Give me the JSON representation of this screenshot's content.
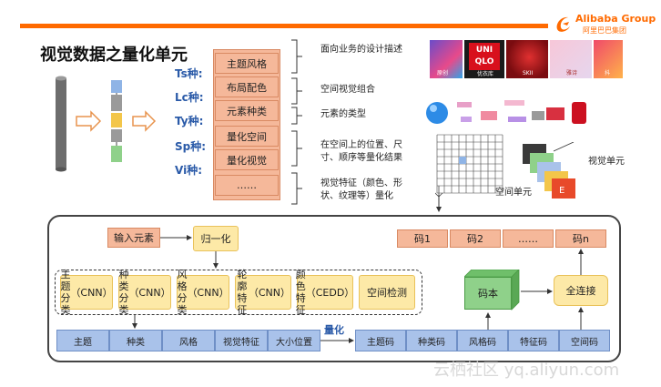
{
  "header": {
    "logo_text": "Alibaba Group",
    "logo_sub": "阿里巴巴集团"
  },
  "title": "视觉数据之量化单元",
  "layers": [
    {
      "label": "Ts种:",
      "box": "主题风格",
      "desc": "面向业务的设计描述"
    },
    {
      "label": "Lc种:",
      "box": "布局配色",
      "desc": "空间视觉组合"
    },
    {
      "label": "Ty种:",
      "box": "元素种类",
      "desc": "元素的类型"
    },
    {
      "label": "Sp种:",
      "box": "量化空间",
      "desc": "在空间上的位置、尺寸、顺序等量化结果"
    },
    {
      "label": "Vi种:",
      "box": "量化视觉",
      "desc": "视觉特征（颜色、形状、纹理等）量化"
    },
    {
      "label": "",
      "box": "……",
      "desc": ""
    }
  ],
  "thumbs": {
    "t1": "原创",
    "uniqlo": "UNI QLO",
    "t2": "优衣库",
    "t3": "SKII",
    "t4": "雅诗",
    "t5": "抖"
  },
  "grid_labels": {
    "space_unit": "空间单元",
    "visual_unit": "视觉单元"
  },
  "diagram": {
    "input": "输入元素",
    "normalize": "归一化",
    "codes": [
      "码1",
      "码2",
      "……",
      "码n"
    ],
    "classifiers": [
      {
        "line1": "主题分类",
        "line2": "（CNN）"
      },
      {
        "line1": "种类分类",
        "line2": "（CNN）"
      },
      {
        "line1": "风格分类",
        "line2": "（CNN）"
      },
      {
        "line1": "轮廓特征",
        "line2": "（CNN）"
      },
      {
        "line1": "颜色特征",
        "line2": "（CEDD）"
      },
      {
        "line1": "空间检测",
        "line2": ""
      }
    ],
    "codebook": "码本",
    "fc": "全连接",
    "features": [
      "主题",
      "种类",
      "风格",
      "视觉特征",
      "大小位置"
    ],
    "quantize": "量化",
    "codewords": [
      "主题码",
      "种类码",
      "风格码",
      "特征码",
      "空间码"
    ]
  },
  "watermark": "云栖社区 yq.aliyun.com",
  "colors": {
    "accent": "#ff6a00",
    "box": "#f5b89a",
    "blue": "#a9c2ea",
    "green": "#8fd18a",
    "yellow": "#fde9a7"
  }
}
